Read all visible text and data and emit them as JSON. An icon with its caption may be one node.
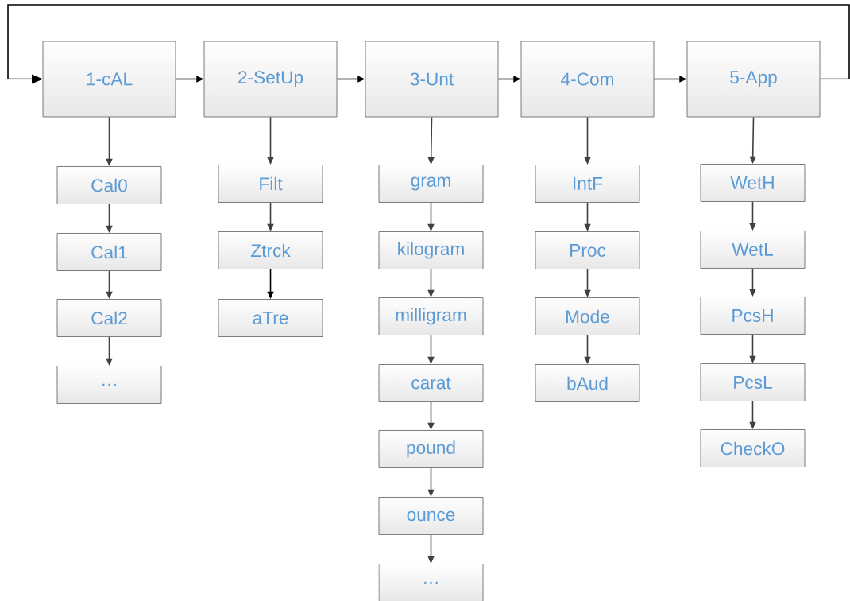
{
  "diagram": {
    "nodes": [
      {
        "text": [
          "1-cAL"
        ]
      },
      {
        "text": [
          "2-SetUp"
        ]
      },
      {
        "text": [
          "3-Unt"
        ]
      },
      {
        "text": [
          "4-Com"
        ]
      },
      {
        "text": [
          "5-App"
        ]
      },
      {
        "text": [
          "Cal0"
        ]
      },
      {
        "text": [
          "Cal1"
        ]
      },
      {
        "text": [
          "Cal2"
        ]
      },
      {
        "text": [
          "…"
        ]
      },
      {
        "text": [
          "Filt"
        ]
      },
      {
        "text": [
          "Ztrck"
        ]
      },
      {
        "text": [
          "aTre"
        ]
      },
      {
        "text": [
          "gram"
        ]
      },
      {
        "text": [
          "kilogram"
        ]
      },
      {
        "text": [
          "milligram"
        ]
      },
      {
        "text": [
          "carat"
        ]
      },
      {
        "text": [
          "pound"
        ]
      },
      {
        "text": [
          "ounce"
        ]
      },
      {
        "text": [
          "…"
        ]
      },
      {
        "text": [
          "IntF"
        ]
      },
      {
        "text": [
          "Proc"
        ]
      },
      {
        "text": [
          "Mode"
        ]
      },
      {
        "text": [
          "bAud"
        ]
      },
      {
        "text": [
          "WetH"
        ]
      },
      {
        "text": [
          "WetL"
        ]
      },
      {
        "text": [
          "PcsH"
        ]
      },
      {
        "text": [
          "PcsL"
        ]
      },
      {
        "text": [
          "CheckO"
        ]
      }
    ],
    "edges": [
      {
        "from": 0,
        "to": 1,
        "arrow": "to",
        "color": "#000000"
      },
      {
        "from": 1,
        "to": 2,
        "arrow": "to",
        "color": "#000000"
      },
      {
        "from": 2,
        "to": 3,
        "arrow": "to",
        "color": "#000000"
      },
      {
        "from": 3,
        "to": 4,
        "arrow": "to",
        "color": "#000000"
      },
      {
        "from": 4,
        "to": 0,
        "arrow": "to",
        "color": "#000000"
      },
      {
        "from": 0,
        "to": 5,
        "arrow": "to"
      },
      {
        "from": 5,
        "to": 6,
        "arrow": "to"
      },
      {
        "from": 6,
        "to": 7,
        "arrow": "to"
      },
      {
        "from": 7,
        "to": 8,
        "arrow": "to"
      },
      {
        "from": 1,
        "to": 9,
        "arrow": "to"
      },
      {
        "from": 9,
        "to": 10,
        "arrow": "to"
      },
      {
        "from": 10,
        "to": 11,
        "arrow": "to",
        "color": "#000000"
      },
      {
        "from": 2,
        "to": 12,
        "arrow": "to"
      },
      {
        "from": 12,
        "to": 13,
        "arrow": "to"
      },
      {
        "from": 13,
        "to": 14,
        "arrow": "to"
      },
      {
        "from": 14,
        "to": 15,
        "arrow": "to"
      },
      {
        "from": 15,
        "to": 16,
        "arrow": "to"
      },
      {
        "from": 16,
        "to": 17,
        "arrow": "to"
      },
      {
        "from": 17,
        "to": 18,
        "arrow": "to"
      },
      {
        "from": 3,
        "to": 19,
        "arrow": "to"
      },
      {
        "from": 19,
        "to": 20,
        "arrow": "to"
      },
      {
        "from": 20,
        "to": 21,
        "arrow": "to"
      },
      {
        "from": 21,
        "to": 22,
        "arrow": "to"
      },
      {
        "from": 4,
        "to": 23,
        "arrow": "to"
      },
      {
        "from": 23,
        "to": 24,
        "arrow": "to"
      },
      {
        "from": 24,
        "to": 25,
        "arrow": "to"
      },
      {
        "from": 25,
        "to": 26,
        "arrow": "to"
      },
      {
        "from": 26,
        "to": 27,
        "arrow": "to"
      }
    ]
  }
}
